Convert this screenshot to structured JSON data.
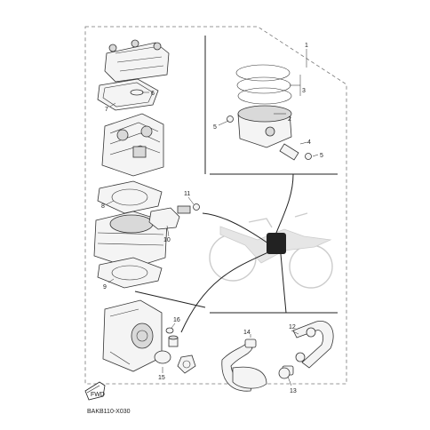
{
  "diagram": {
    "callouts": {
      "c1": "1",
      "c2": "2",
      "c3": "3",
      "c4": "4",
      "c5a": "5",
      "c5b": "5",
      "c6": "6",
      "c7": "7",
      "c8": "8",
      "c9": "9",
      "c10": "10",
      "c11": "11",
      "c12": "12",
      "c13": "13",
      "c14": "14",
      "c15": "15",
      "c16": "16"
    },
    "diagram_code": "BAKB110-X030",
    "fwd_label": "FWD"
  }
}
